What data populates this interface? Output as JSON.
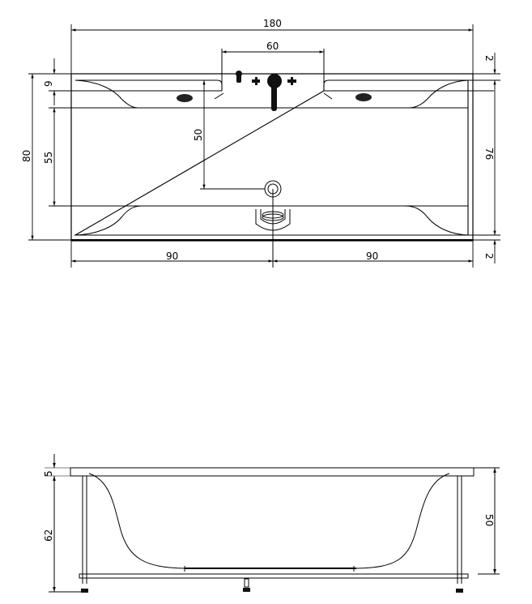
{
  "drawing": {
    "title": "Rectangular bathtub technical drawing",
    "line_color": "#000000",
    "background": "#ffffff"
  },
  "top_view": {
    "dimensions": {
      "overall_length": "180",
      "faucet_deck_width": "60",
      "rim_top": "2",
      "rim_bottom": "2",
      "overall_width": "80",
      "inner_width": "76",
      "head_ledge": "9",
      "drain_to_ledge": "55",
      "drain_offset": "50",
      "half_length_left": "90",
      "half_length_right": "90"
    },
    "features": {
      "jets": [
        "jet-left",
        "jet-right"
      ],
      "faucet": [
        "hand-shower-holder",
        "valve-left",
        "spout-mixer",
        "valve-right"
      ],
      "drain": "drain",
      "overflow": "overflow-waste"
    }
  },
  "side_view": {
    "dimensions": {
      "rim_thickness": "5",
      "height_to_floor": "62",
      "inner_depth": "50"
    },
    "features": {
      "legs": [
        "leg-left",
        "leg-center",
        "leg-right"
      ]
    }
  }
}
